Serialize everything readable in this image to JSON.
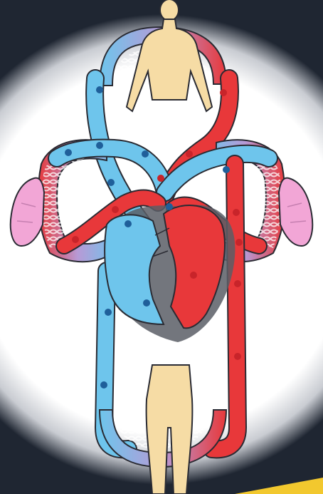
{
  "colors": {
    "background": "#1f2632",
    "vignette_light": "#ffffff",
    "oxygenated": "#e8383a",
    "deoxygenated": "#6ec5ec",
    "blood_cell_red": "#c8242a",
    "blood_cell_blue": "#1f5f9a",
    "heart_shadow": "#5b5e66",
    "skin": "#f6dca5",
    "lung": "#f2a6d6",
    "capillary_mix": "#b79ad6",
    "outline": "#2a2b33",
    "corner_accent": "#f2c82e"
  },
  "icons": {
    "upper_body": "upper-body-silhouette-icon",
    "lower_body": "lower-body-silhouette-icon",
    "left_lung": "lung-icon",
    "right_lung": "lung-icon",
    "heart": "heart-icon"
  },
  "elements": [
    "upper-body-capillary-bed",
    "lower-body-capillary-bed",
    "left-lung-capillary-bed",
    "right-lung-capillary-bed",
    "superior-vena-cava",
    "inferior-vena-cava",
    "aorta",
    "pulmonary-artery-left",
    "pulmonary-artery-right",
    "pulmonary-vein-left",
    "pulmonary-vein-right",
    "right-heart-chambers",
    "left-heart-chambers"
  ]
}
